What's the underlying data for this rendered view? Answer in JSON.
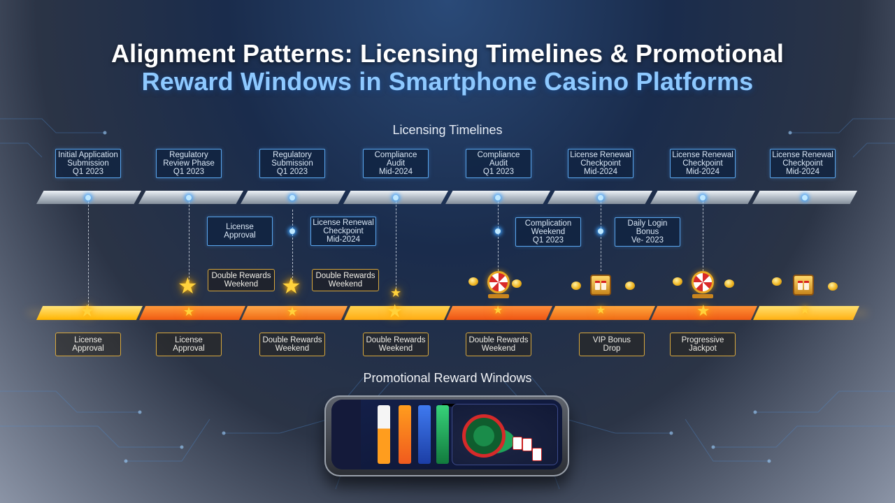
{
  "title_line1": "Alignment Patterns: Licensing Timelines & Promotional",
  "title_line2": "Reward Windows in Smartphone Casino Platforms",
  "licensing_label": "Licensing Timelines",
  "promo_label": "Promotional Reward Windows",
  "licensing_top": [
    "Initial Application\nSubmission\nQ1 2023",
    "Regulatory\nReview Phase\nQ1 2023",
    "Regulatory\nSubmission\nQ1 2023",
    "Compliance\nAudit\nMid-2024",
    "Compliance\nAudit\nQ1 2023",
    "License Renewal\nCheckpoint\nMid-2024",
    "License Renewal\nCheckpoint\nMid-2024",
    "License Renewal\nCheckpoint\nMid-2024"
  ],
  "licensing_mid": [
    "License\nApproval",
    "License Renewal\nCheckpoint\nMid-2024",
    "Complication\nWeekend\nQ1 2023",
    "Daily Login\nBonus\nVe- 2023"
  ],
  "promo_mid": [
    "Double Rewards\nWeekend",
    "Double Rewards\nWeekend"
  ],
  "promo_bottom": [
    "License\nApproval",
    "License\nApproval",
    "Double Rewards\nWeekend",
    "Double Rewards\nWeekend",
    "Double Rewards\nWeekend",
    "VIP Bonus\nDrop",
    "Progressive\nJackpot"
  ],
  "icons": {
    "star": "star-icon",
    "coin": "coin-icon",
    "slot": "slot-machine-icon",
    "wheel": "prize-wheel-icon"
  },
  "colors": {
    "licensing_accent": "#5aa6ee",
    "promo_accent": "#d9a93e",
    "promo_bar_yellow": "#ffc21e",
    "promo_bar_orange": "#ff6a1a"
  }
}
